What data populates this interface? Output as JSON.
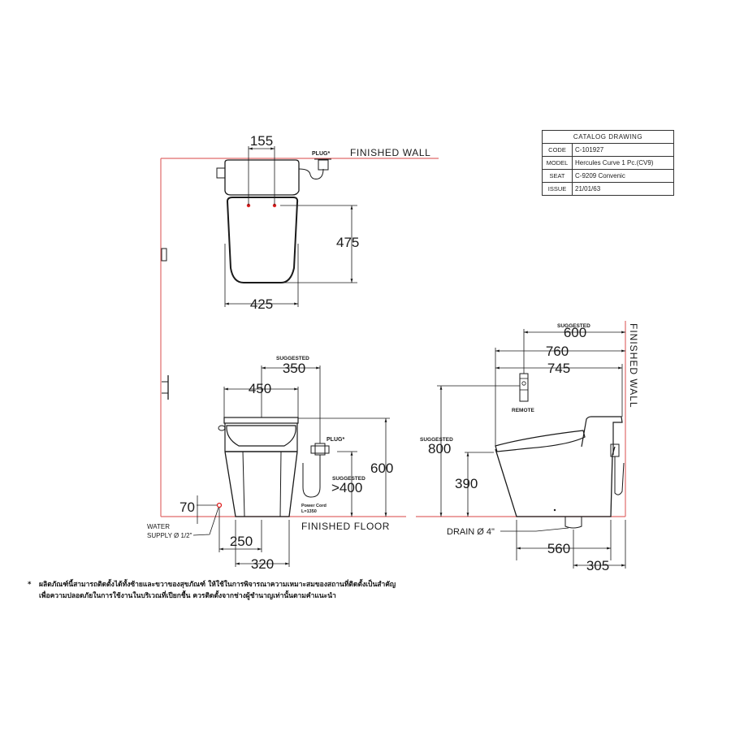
{
  "catalog_table": {
    "title": "CATALOG DRAWING",
    "rows": [
      {
        "key": "CODE",
        "value": "C-101927"
      },
      {
        "key": "MODEL",
        "value": "Hercules Curve 1 Pc.(CV9)"
      },
      {
        "key": "SEAT",
        "value": "C-9209 Convenic"
      },
      {
        "key": "ISSUE",
        "value": "21/01/63"
      }
    ]
  },
  "colors": {
    "wall_floor_line": "#e06a6a",
    "line": "#1a1a1a",
    "marker": "#e02020"
  },
  "top_view": {
    "dim_bolt_spacing": "155",
    "dim_seat_depth": "475",
    "dim_width": "425",
    "plug_label": "PLUG*",
    "wall_label": "FINISHED WALL"
  },
  "front_view": {
    "suggested_label_1": "SUGGESTED",
    "dim_plug_offset": "350",
    "dim_tank_width": "450",
    "plug_label": "PLUG*",
    "dim_height": "600",
    "suggested_label_2": "SUGGESTED",
    "dim_plug_height": ">400",
    "power_cord_label": "Power Cord",
    "power_cord_length": "L=1350",
    "dim_supply_height": "70",
    "water_supply_label_1": "WATER",
    "water_supply_label_2": "SUPPLY Ø 1/2\"",
    "dim_supply_offset": "250",
    "dim_base_width": "320",
    "floor_label": "FINISHED FLOOR"
  },
  "side_view": {
    "suggested_label_1": "SUGGESTED",
    "dim_remote_from_wall": "600",
    "dim_total_length": "760",
    "dim_body_length": "745",
    "remote_label": "REMOTE",
    "suggested_label_2": "SUGGESTED",
    "dim_remote_height": "800",
    "dim_seat_height": "390",
    "drain_label": "DRAIN Ø 4\"",
    "dim_base_length": "560",
    "dim_rough_in": "305",
    "wall_label": "FINISHED WALL"
  },
  "note": {
    "star": "*",
    "line1": "ผลิตภัณฑ์นี้สามารถติดตั้งได้ทั้งซ้ายและขวาของสุขภัณฑ์ ให้ใช้ในการพิจารณาความเหมาะสมของสถานที่ติดตั้งเป็นสำคัญ",
    "line2": "เพื่อความปลอดภัยในการใช้งานในบริเวณที่เปียกชื้น ควรติดตั้งจากช่างผู้ชำนาญเท่านั้นตามคำแนะนำ"
  }
}
